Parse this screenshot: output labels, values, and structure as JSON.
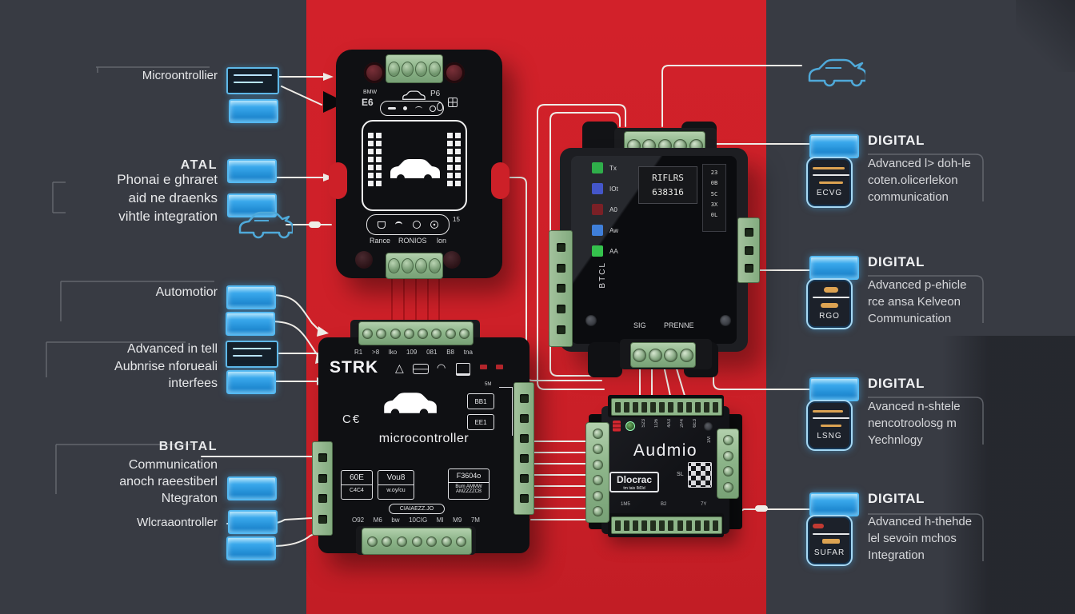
{
  "palette": {
    "background": "#383b43",
    "red_band": "#d0202a",
    "accent_blue": "#3fa9e8",
    "line_white": "#efece7",
    "terminal_green": "#93b88e",
    "board_black": "#101114"
  },
  "left_labels": {
    "item1": "Microontrollier",
    "item2": "ATAL",
    "item3_lines": [
      "Phonai e ghraret",
      "aid ne draenks",
      "vihtle integration"
    ],
    "item4": "Automotior",
    "item5_lines": [
      "Advanced in tell",
      "Aubnrise nforueali",
      "interfees"
    ],
    "item6": "BIGITAL",
    "item7_lines": [
      "Communication",
      "anoch raeestiberl",
      "Ntegraton"
    ],
    "item8": "Wlcraaontroller"
  },
  "right_groups": [
    {
      "heading": "DIGITAL",
      "icon_caption": "ECVG",
      "lines": [
        "Advanced l> doh-le",
        "coten.olicerlekon",
        "communication"
      ]
    },
    {
      "heading": "DIGITAL",
      "icon_caption": "RGO",
      "lines": [
        "Advanced p-ehicle",
        "rce ansa Kelveon",
        "Communication"
      ]
    },
    {
      "heading": "DIGITAL",
      "icon_caption": "LSNG",
      "lines": [
        "Avanced n-shtele",
        "nencotroolosg m",
        "Yechnlogy"
      ]
    },
    {
      "heading": "DIGITAL",
      "icon_caption": "SUFAR",
      "lines": [
        "Advanced h-thehde",
        "lel sevoin mchos",
        "Integration"
      ]
    }
  ],
  "board_top": {
    "label_bmw": "BMW",
    "label_e6": "E6",
    "label_p6": "P6",
    "silk": [
      "Rance",
      "RONIOS",
      "lon"
    ],
    "side_num": "15"
  },
  "board_mid": {
    "led_labels": [
      "Tx",
      "IOt",
      "A0",
      "Aw",
      "AA"
    ],
    "display_lines": [
      "RIFLRS",
      "638316"
    ],
    "display2_rows": [
      "23",
      "0B",
      "5C",
      "3X",
      "0L"
    ],
    "side_text": "BTCL",
    "bottom_labels": [
      "SIG",
      "PRENNE"
    ]
  },
  "board_bottom": {
    "logo": "STRK",
    "pins_top": [
      "R1",
      ">8",
      "lko",
      "109",
      "081",
      "B8",
      "tna"
    ],
    "chip_top": "5M",
    "chips": [
      "BB1",
      "EE1"
    ],
    "ce_mark": "C€",
    "center_text": "microcontroller",
    "boxes": [
      {
        "top": "60E",
        "bottom": "C4C4"
      },
      {
        "top": "Vou8",
        "bottom": "w.oy/cu"
      },
      {
        "top": "F3604o",
        "bottom": "Bum AMMW",
        "bottom2": "AMZZZZCB"
      }
    ],
    "pill_text": "CIAIAEZZ.JO",
    "pins_bottom": [
      "O92",
      "M6",
      "bw",
      "10CIG",
      "MI",
      "M9",
      "7M"
    ]
  },
  "board_audmio": {
    "title": "Audmio",
    "logo": "Dlocrac",
    "logo_sub": "tm tais IM3d",
    "sl_label": "SL",
    "top_labels": [
      "S23",
      "1D6",
      "4A3",
      "2P4",
      "6E3",
      "1M"
    ],
    "bottom_labels": [
      "1M5",
      "B2",
      "7Y"
    ]
  }
}
